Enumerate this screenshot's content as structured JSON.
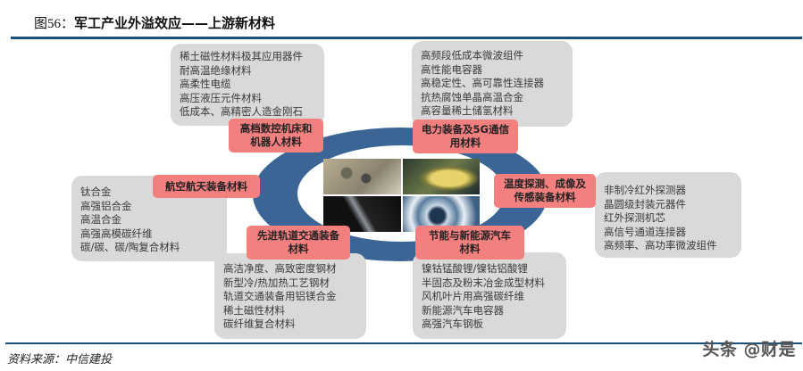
{
  "header": {
    "figure_label": "图56：",
    "title": "军工产业外溢效应——上游新材料"
  },
  "footer": {
    "source": "资料来源：中信建投",
    "watermark": "头条 @财是"
  },
  "colors": {
    "rule": "#1b4f7c",
    "ring": "#3a6595",
    "category_box": "#f47f7f",
    "material_box": "#d9d9d9"
  },
  "center": {
    "photos": [
      "circuit-board-image",
      "wafer-image",
      "carbon-fiber-image",
      "turbine-fan-image"
    ]
  },
  "categories": [
    {
      "id": "cnc-robot",
      "label_lines": [
        "高档数控机床和",
        "机器人材料"
      ],
      "materials": [
        "稀土磁性材料极其应用器件",
        "耐高温绝缘材料",
        "高柔性电缆",
        "高压液压元件材料",
        "低成本、高精密人造金刚石"
      ]
    },
    {
      "id": "power-5g",
      "label_lines": [
        "电力装备及5G通信",
        "用材料"
      ],
      "materials": [
        "高频段低成本微波组件",
        "高性能电容器",
        "高稳定性、高可靠性连接器",
        "抗热腐蚀单晶高温合金",
        "高容量稀土储氢材料"
      ]
    },
    {
      "id": "aerospace",
      "label_lines": [
        "航空航天装备材料"
      ],
      "materials": [
        "钛合金",
        "高强铝合金",
        "高温合金",
        "高强高模碳纤维",
        "碳/碳、碳/陶复合材料"
      ]
    },
    {
      "id": "sensing",
      "label_lines": [
        "温度探测、成像及",
        "传感装备材料"
      ],
      "materials": [
        "非制冷红外探测器",
        "晶圆级封装元器件",
        "红外探测机芯",
        "高信号通道连接器",
        "高频率、高功率微波组件"
      ]
    },
    {
      "id": "rail",
      "label_lines": [
        "先进轨道交通装备",
        "材料"
      ],
      "materials": [
        "高洁净度、高致密度钢材",
        "新型冷/热加热工艺钢材",
        "轨道交通装备用铝镁合金",
        "稀土磁性材料",
        "碳纤维复合材料"
      ]
    },
    {
      "id": "nev",
      "label_lines": [
        "节能与新能源汽车",
        "材料"
      ],
      "materials": [
        "镍钴锰酸锂/镍钴铝酸锂",
        "半固态及粉末冶金成型材料",
        "风机叶片用高强碳纤维",
        "新能源汽车电容器",
        "高强汽车钢板"
      ]
    }
  ]
}
